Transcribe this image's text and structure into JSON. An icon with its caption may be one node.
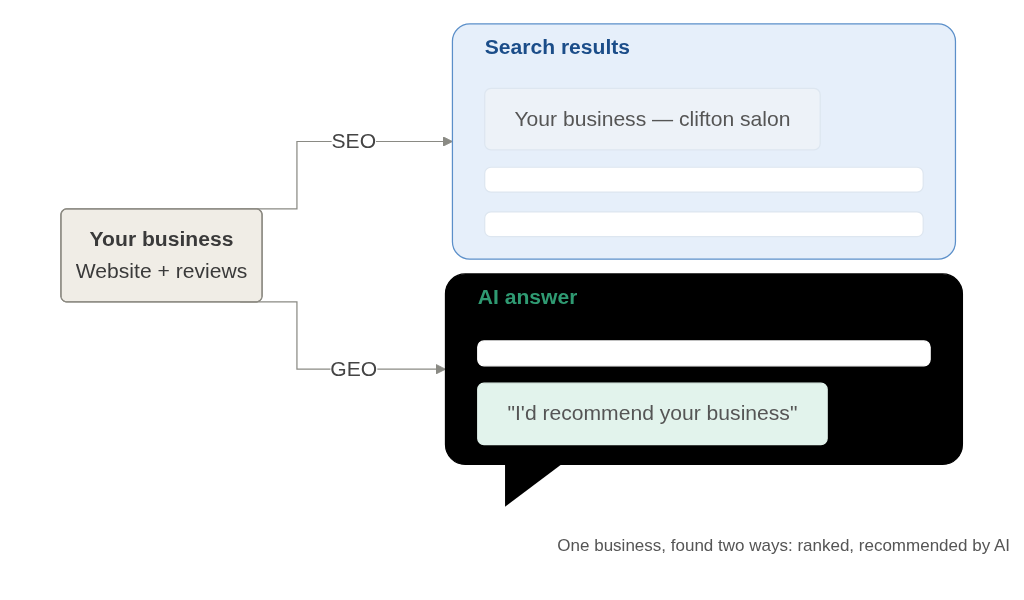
{
  "diagram": {
    "caption": "One business, found two ways: ranked, recommended by AI",
    "nodes": [
      {
        "text": [
          "Your business",
          "Website + reviews"
        ]
      },
      {
        "text": [
          "Search results"
        ]
      },
      {
        "text": [
          "Your business — clifton salon"
        ],
        "in": 1
      },
      {
        "text": [],
        "shape": "bar",
        "in": 1
      },
      {
        "text": [],
        "shape": "bar",
        "in": 1
      },
      {
        "text": [
          "AI answer"
        ]
      },
      {
        "text": [],
        "shape": "bar",
        "in": 5
      },
      {
        "text": [
          "\"I'd recommend your business\""
        ],
        "in": 5
      }
    ],
    "edges": [
      {
        "from": 0,
        "to": 1,
        "arrow": "to",
        "label": "SEO"
      },
      {
        "from": 0,
        "to": 5,
        "arrow": "to",
        "label": "GEO"
      }
    ]
  }
}
